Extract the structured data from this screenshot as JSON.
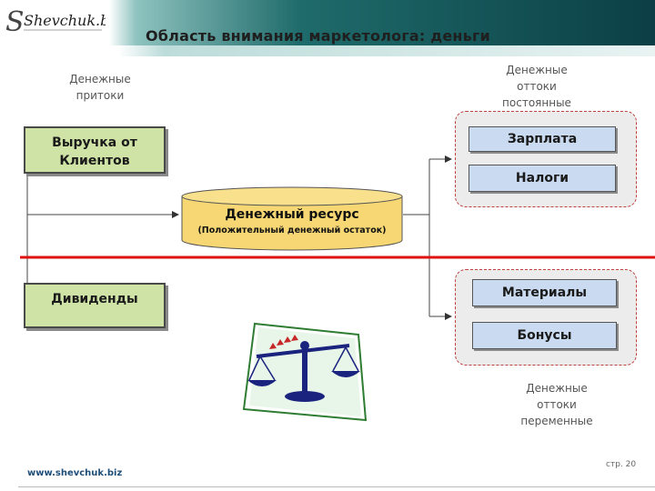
{
  "header": {
    "title": "Область внимания маркетолога: деньги"
  },
  "logo": {
    "text": "Shevchuk.biz"
  },
  "captions": {
    "inflows": [
      "Денежные",
      "притоки"
    ],
    "outflows_fixed": [
      "Денежные",
      "оттоки",
      "постоянные"
    ],
    "outflows_variable": [
      "Денежные",
      "оттоки",
      "переменные"
    ]
  },
  "boxes": {
    "revenue": [
      "Выручка от",
      "Клиентов"
    ],
    "dividends": "Дивиденды",
    "resource_title": "Денежный ресурс",
    "resource_sub": "(Положительный денежный остаток)",
    "salary": "Зарплата",
    "taxes": "Налоги",
    "materials": "Материалы",
    "bonuses": "Бонусы"
  },
  "colors": {
    "inflow_box": "#cfe3a6",
    "outflow_box": "#c9daf1",
    "barrel": "#f6d774",
    "divider": "#e01010",
    "header_dark": "#0b3f45"
  },
  "icons": [
    "scales-icon"
  ],
  "footer": {
    "site": "www.shevchuk.biz",
    "page": "стр. 20"
  }
}
